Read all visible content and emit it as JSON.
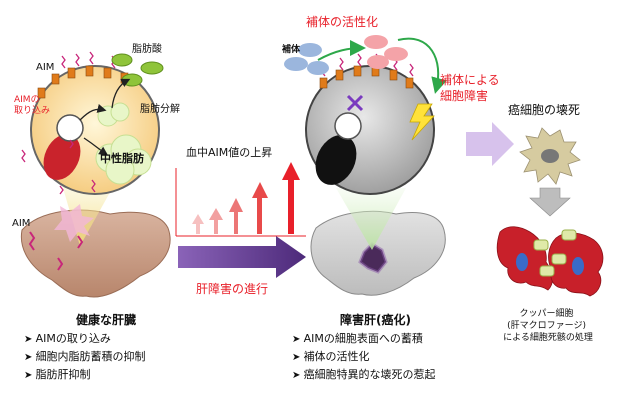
{
  "labels": {
    "aim_top": "AIM",
    "aim_uptake": "AIMの\n取り込み",
    "fatty_acid": "脂肪酸",
    "lipolysis": "脂肪分解",
    "neutral_fat": "中性脂肪",
    "aim_left": "AIM",
    "blood_aim_rise": "血中AIM値の上昇",
    "liver_progress": "肝障害の進行",
    "complement": "補体",
    "complement_activation": "補体の活性化",
    "complement_injury": "補体による\n細胞障害",
    "cancer_necrosis": "癌細胞の壊死",
    "kupffer": "クッパー細胞\n(肝マクロファージ)\nによる細胞死骸の処理"
  },
  "healthy": {
    "title": "健康な肝臓",
    "bullets": [
      "AIMの取り込み",
      "細胞内脂肪蓄積の抑制",
      "脂肪肝抑制"
    ]
  },
  "damaged": {
    "title": "障害肝(癌化)",
    "bullets": [
      "AIMの細胞表面への蓄積",
      "補体の活性化",
      "癌細胞特異的な壊死の惹起"
    ]
  },
  "colors": {
    "red_label": "#e8202a",
    "purple_arrow": "#6a3d9a",
    "cell_fill": "#fbe3b0",
    "gray_cell": "#cfcfcf",
    "liver": "#caa08a"
  },
  "icons": [
    "lightning-icon",
    "x-mark-icon",
    "arrow-icon"
  ]
}
